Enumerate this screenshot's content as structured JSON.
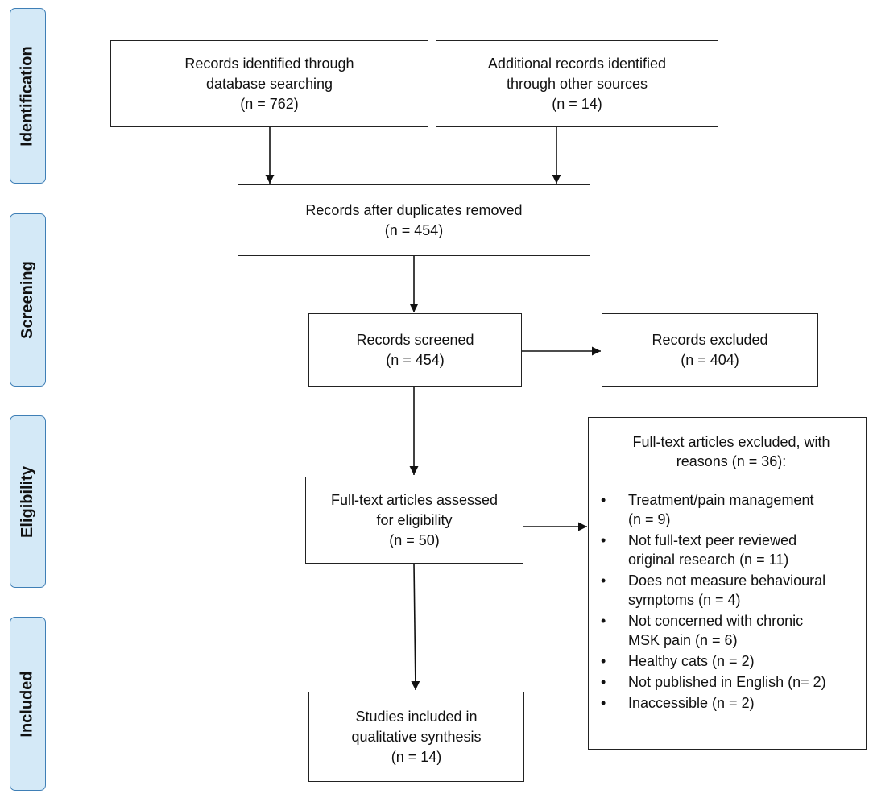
{
  "stages": {
    "identification": "Identification",
    "screening": "Screening",
    "eligibility": "Eligibility",
    "included": "Included"
  },
  "boxes": {
    "database_search": {
      "line1": "Records identified through",
      "line2": "database searching",
      "count": "(n =  762)"
    },
    "other_sources": {
      "line1": "Additional records identified",
      "line2": "through other sources",
      "count": "(n =  14)"
    },
    "duplicates_removed": {
      "line1": "Records after duplicates removed",
      "count": "(n = 454)"
    },
    "screened": {
      "line1": "Records screened",
      "count": "(n =  454)"
    },
    "excluded": {
      "line1": "Records excluded",
      "count": "(n =  404)"
    },
    "fulltext_assessed": {
      "line1": "Full-text articles assessed",
      "line2": "for eligibility",
      "count": "(n =  50)"
    },
    "included_studies": {
      "line1": "Studies included in",
      "line2": "qualitative synthesis",
      "count": "(n =  14)"
    }
  },
  "fulltext_excluded": {
    "heading_line1": "Full-text articles excluded, with",
    "heading_line2": "reasons (n = 36):",
    "reasons": [
      {
        "line1": "Treatment/pain management",
        "line2": "(n = 9)"
      },
      {
        "line1": "Not full-text peer reviewed",
        "line2": "original research (n = 11)"
      },
      {
        "line1": "Does not measure behavioural",
        "line2": "symptoms (n = 4)"
      },
      {
        "line1": "Not concerned with chronic",
        "line2": "MSK pain (n = 6)"
      },
      {
        "line1": "Healthy cats (n = 2)"
      },
      {
        "line1": "Not published in English (n= 2)"
      },
      {
        "line1": "Inaccessible (n = 2)"
      }
    ]
  }
}
